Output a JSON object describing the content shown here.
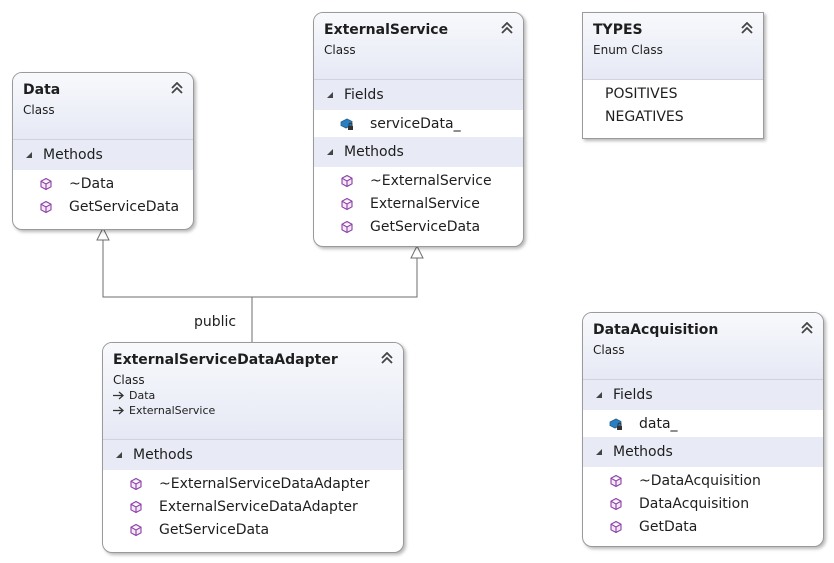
{
  "connector_label": "public",
  "classes": {
    "data": {
      "name": "Data",
      "kind": "Class",
      "methods_label": "Methods",
      "methods": [
        "~Data",
        "GetServiceData"
      ]
    },
    "external_service": {
      "name": "ExternalService",
      "kind": "Class",
      "fields_label": "Fields",
      "fields": [
        "serviceData_"
      ],
      "methods_label": "Methods",
      "methods": [
        "~ExternalService",
        "ExternalService",
        "GetServiceData"
      ]
    },
    "types": {
      "name": "TYPES",
      "kind": "Enum Class",
      "values": [
        "POSITIVES",
        "NEGATIVES"
      ]
    },
    "adapter": {
      "name": "ExternalServiceDataAdapter",
      "kind": "Class",
      "inherits": [
        "Data",
        "ExternalService"
      ],
      "methods_label": "Methods",
      "methods": [
        "~ExternalServiceDataAdapter",
        "ExternalServiceDataAdapter",
        "GetServiceData"
      ]
    },
    "data_acquisition": {
      "name": "DataAcquisition",
      "kind": "Class",
      "fields_label": "Fields",
      "fields": [
        "data_"
      ],
      "methods_label": "Methods",
      "methods": [
        "~DataAcquisition",
        "DataAcquisition",
        "GetData"
      ]
    }
  },
  "icons": {
    "method": "method-cube-icon",
    "field": "private-field-icon",
    "collapse": "collapse-chevrons-icon",
    "section": "section-expander-icon",
    "inherit": "inheritance-arrow-icon"
  },
  "colors": {
    "header_gradient_top": "#f8f9fc",
    "header_gradient_bottom": "#e6e9f5",
    "section_band": "#e8ebf6",
    "method_icon": "#8a3fa6",
    "field_icon": "#1f6fa8",
    "border": "#9a9a9a"
  }
}
